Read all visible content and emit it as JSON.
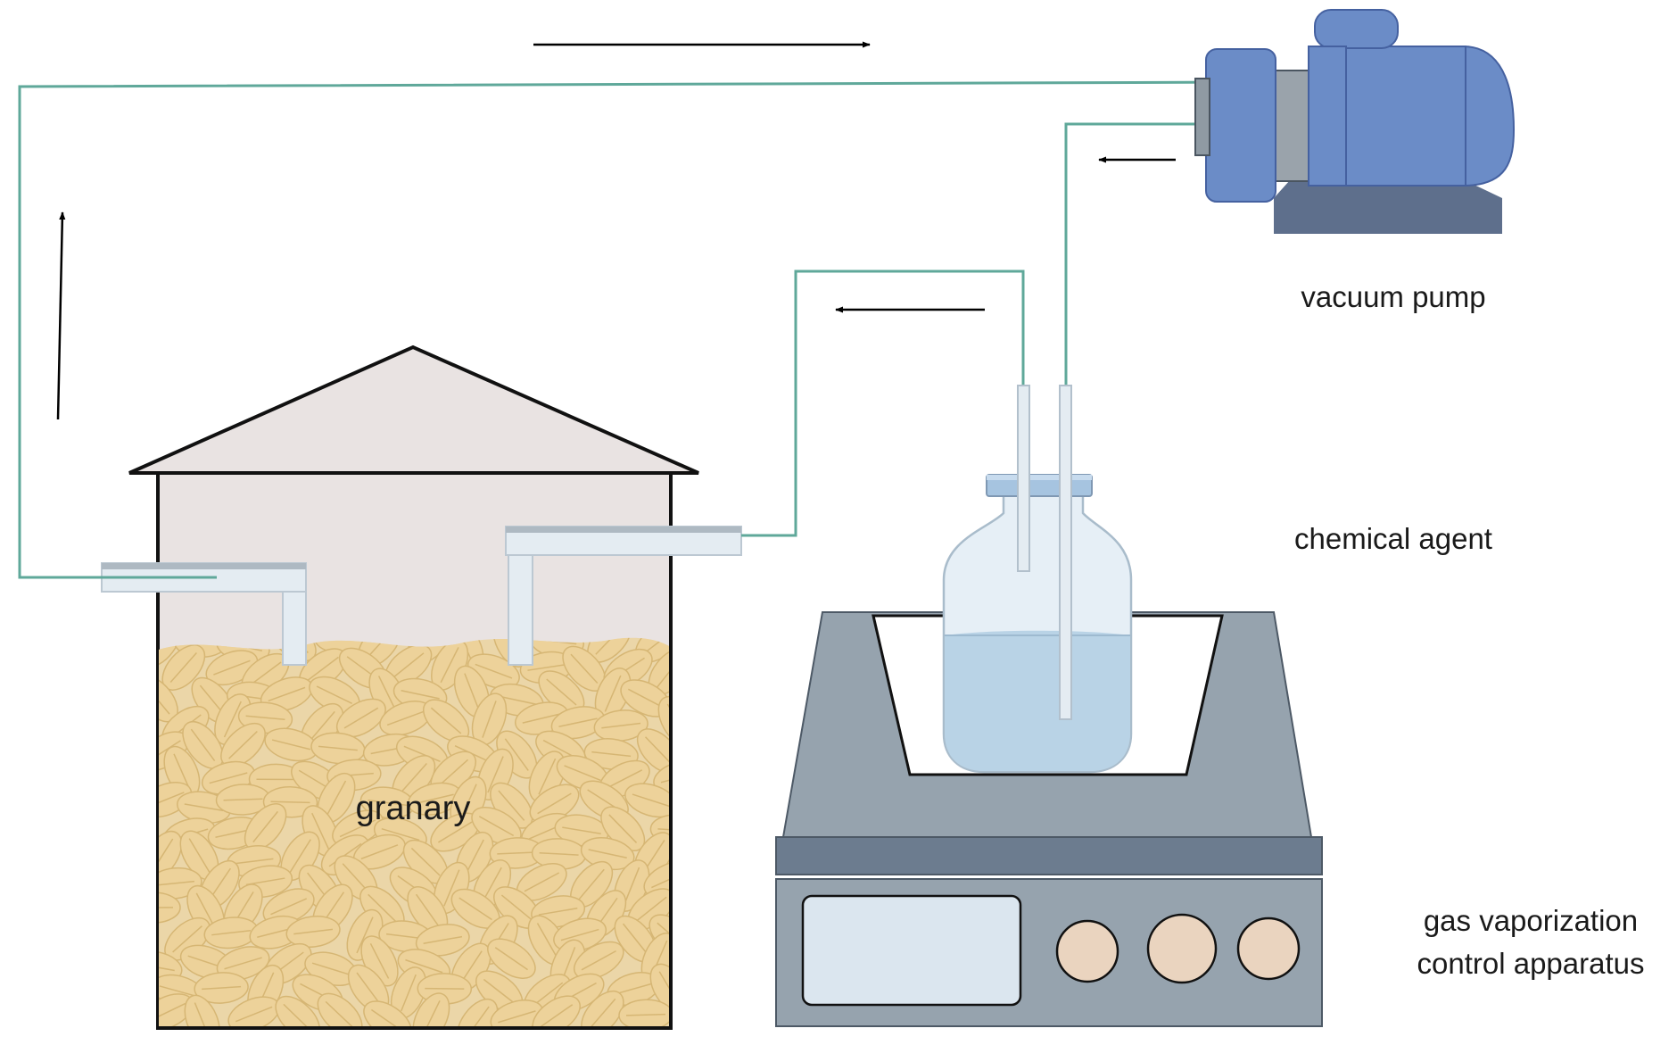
{
  "labels": {
    "vacuum_pump": "vacuum pump",
    "chemical_agent": "chemical agent",
    "granary": "granary",
    "apparatus_line1": "gas vaporization",
    "apparatus_line2": "control apparatus"
  },
  "colors": {
    "tube": "#5fa89a",
    "pump_body": "#6b8cc7",
    "pump_dark": "#5a6a88",
    "pump_gray": "#9aa3ab",
    "house_fill": "#e9e3e2",
    "grain": "#edd29a",
    "grain_edge": "#d6b674",
    "apparatus": "#96a3ae",
    "apparatus_dark": "#6c7c8f",
    "screen": "#dbe6ef",
    "knob": "#ead4bf",
    "liquid": "#b9d3e6",
    "bottle": "#e6eff6",
    "pipe": "#e4ecf2"
  }
}
